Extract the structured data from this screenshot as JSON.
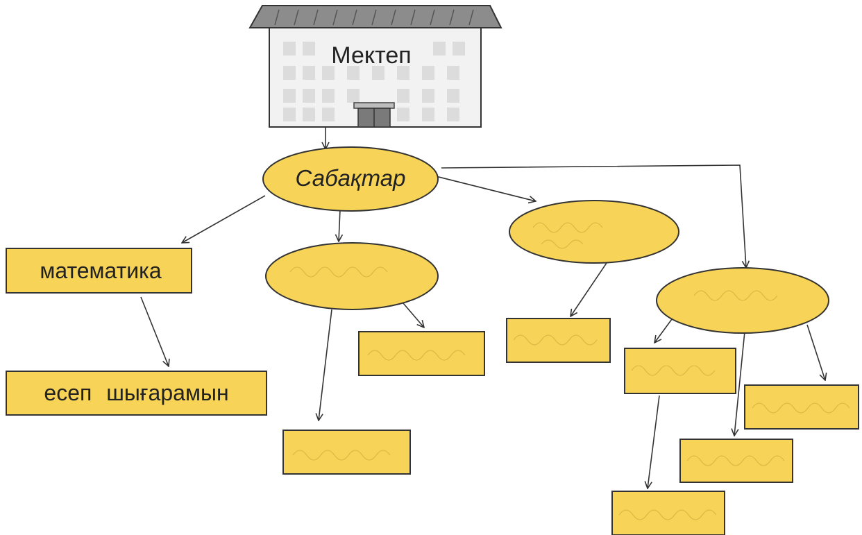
{
  "school": {
    "label": "Мектеп",
    "icon": "school-building-icon"
  },
  "root": {
    "label": "Сабақтар"
  },
  "subjects": [
    {
      "label": "математика",
      "child_label": "есеп шығарамын"
    }
  ],
  "colors": {
    "node_fill": "#F7D457",
    "node_stroke": "#333333",
    "handwriting": "#C9A93A",
    "building_wall": "#F2F2F2",
    "building_roof": "#8C8C8C",
    "building_window": "#DCDCDC",
    "text": "#222222"
  }
}
